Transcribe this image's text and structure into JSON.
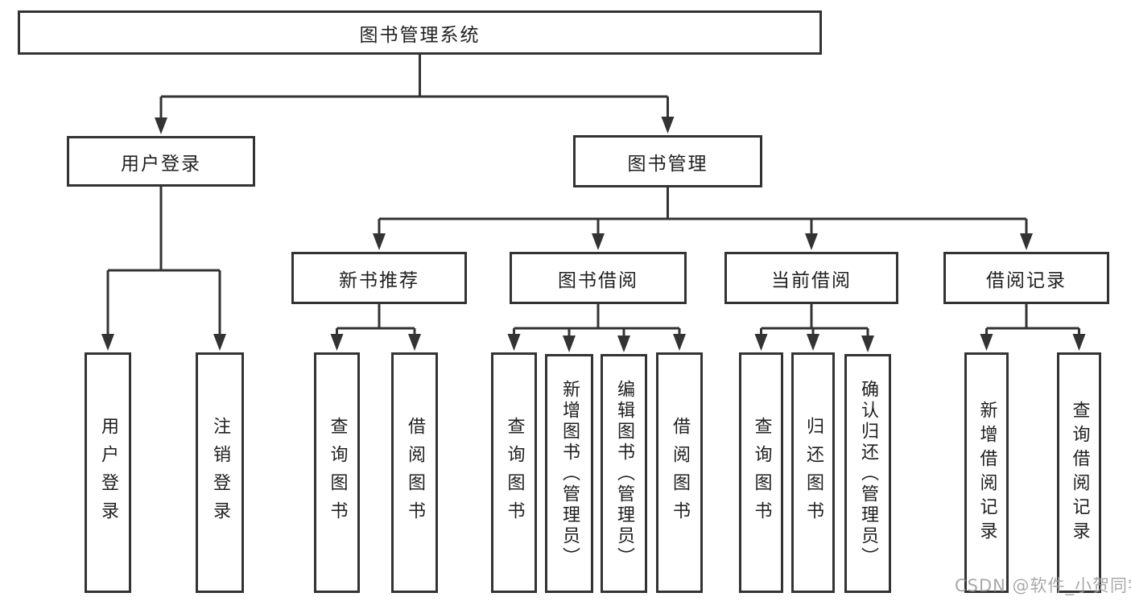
{
  "diagram": {
    "root": {
      "label": "图书管理系统",
      "children": [
        {
          "label": "用户登录",
          "children": [
            {
              "label": "用户登录"
            },
            {
              "label": "注销登录"
            }
          ]
        },
        {
          "label": "图书管理",
          "children": [
            {
              "label": "新书推荐",
              "children": [
                {
                  "label": "查询图书"
                },
                {
                  "label": "借阅图书"
                }
              ]
            },
            {
              "label": "图书借阅",
              "children": [
                {
                  "label": "查询图书"
                },
                {
                  "label": "新增图书（管理员）"
                },
                {
                  "label": "编辑图书（管理员）"
                },
                {
                  "label": "借阅图书"
                }
              ]
            },
            {
              "label": "当前借阅",
              "children": [
                {
                  "label": "查询图书"
                },
                {
                  "label": "归还图书"
                },
                {
                  "label": "确认归还（管理员）"
                }
              ]
            },
            {
              "label": "借阅记录",
              "children": [
                {
                  "label": "新增借阅记录"
                },
                {
                  "label": "查询借阅记录"
                }
              ]
            }
          ]
        }
      ]
    }
  },
  "watermark": {
    "text": "CSDN @软件_小贺同学"
  },
  "colors": {
    "background": "#ffffff",
    "line": "#333333",
    "box_border": "#333333",
    "text": "#1f1f1f",
    "watermark": "#9f9f9f"
  }
}
